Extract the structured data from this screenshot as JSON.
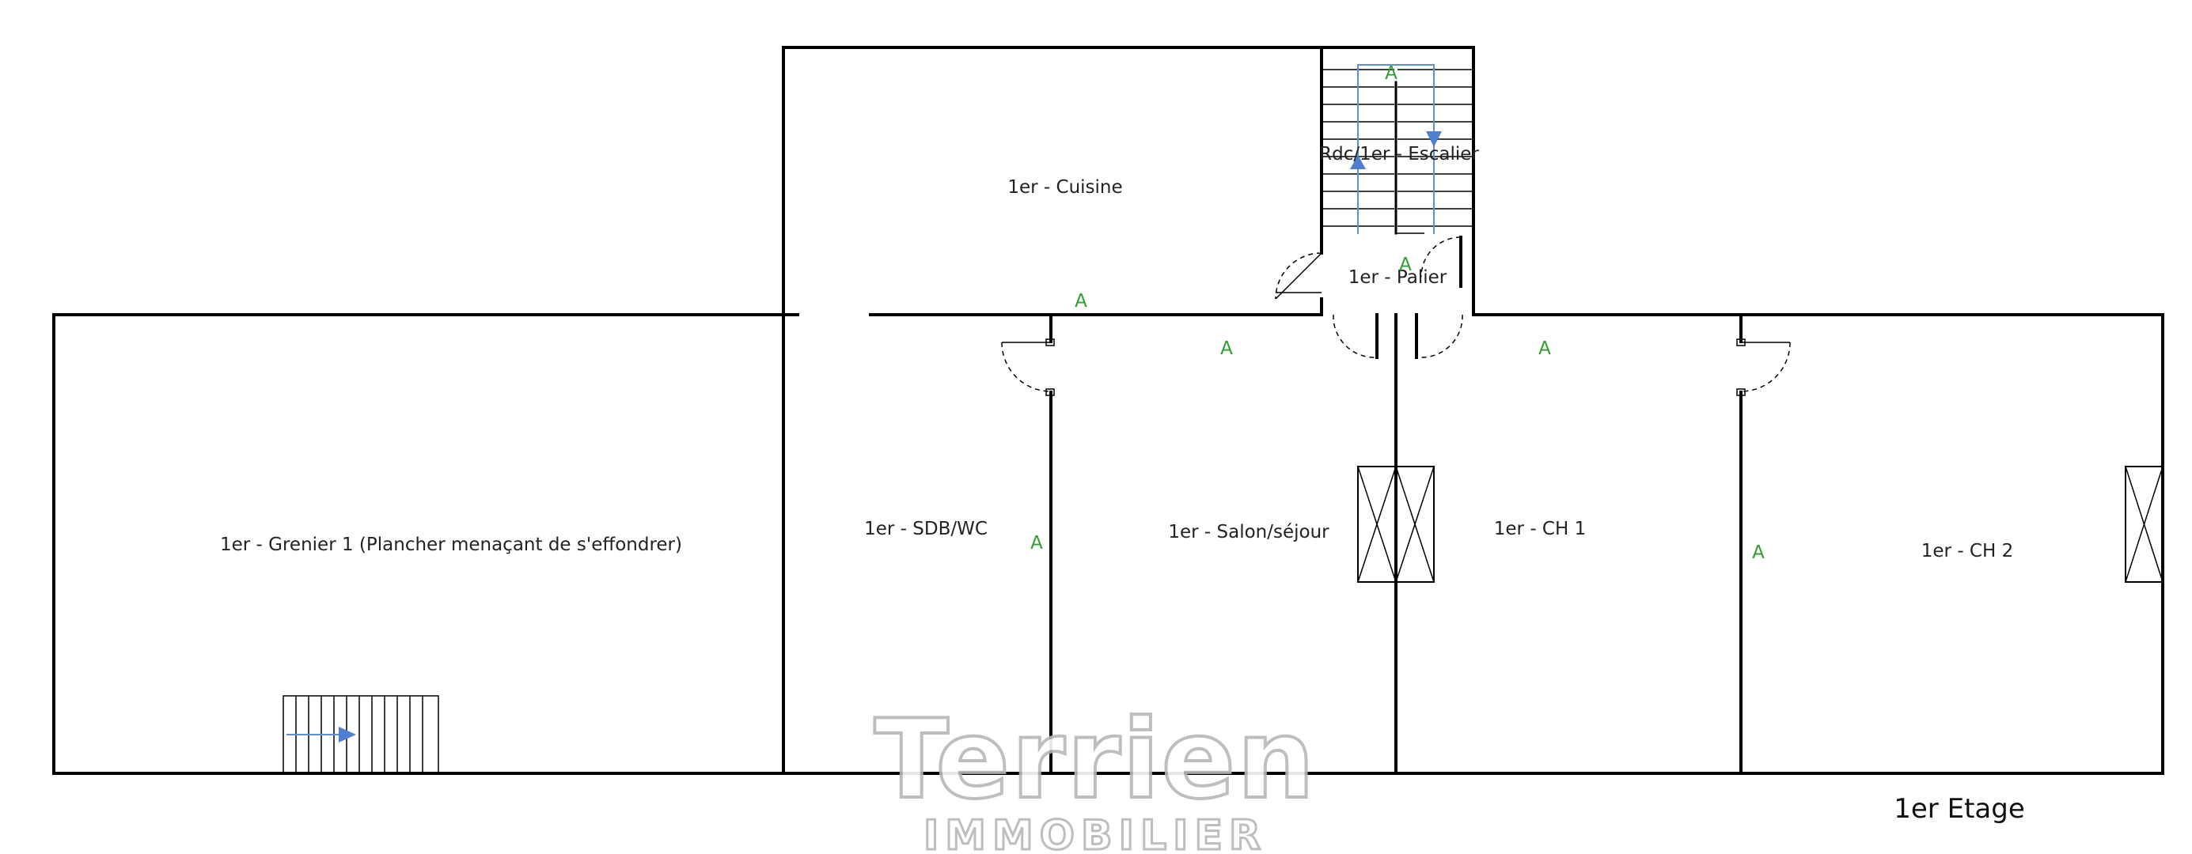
{
  "rooms": {
    "cuisine": "1er - Cuisine",
    "escalier": "Rdc/1er - Escalier",
    "palier": "1er - Palier",
    "grenier": "1er - Grenier 1 (Plancher menaçant de s'effondrer)",
    "sdb": "1er - SDB/WC",
    "salon": "1er - Salon/séjour",
    "ch1": "1er - CH 1",
    "ch2": "1er - CH 2"
  },
  "marker_text": "A",
  "floor_label": "1er Etage",
  "watermark": {
    "brand": "Terrien",
    "subtitle": "IMMOBILIER"
  },
  "colors": {
    "walls": "#000000",
    "marker": "#2e9e2e",
    "stair_arrow": "#4f7fd0",
    "watermark": "#b8b8b8"
  }
}
